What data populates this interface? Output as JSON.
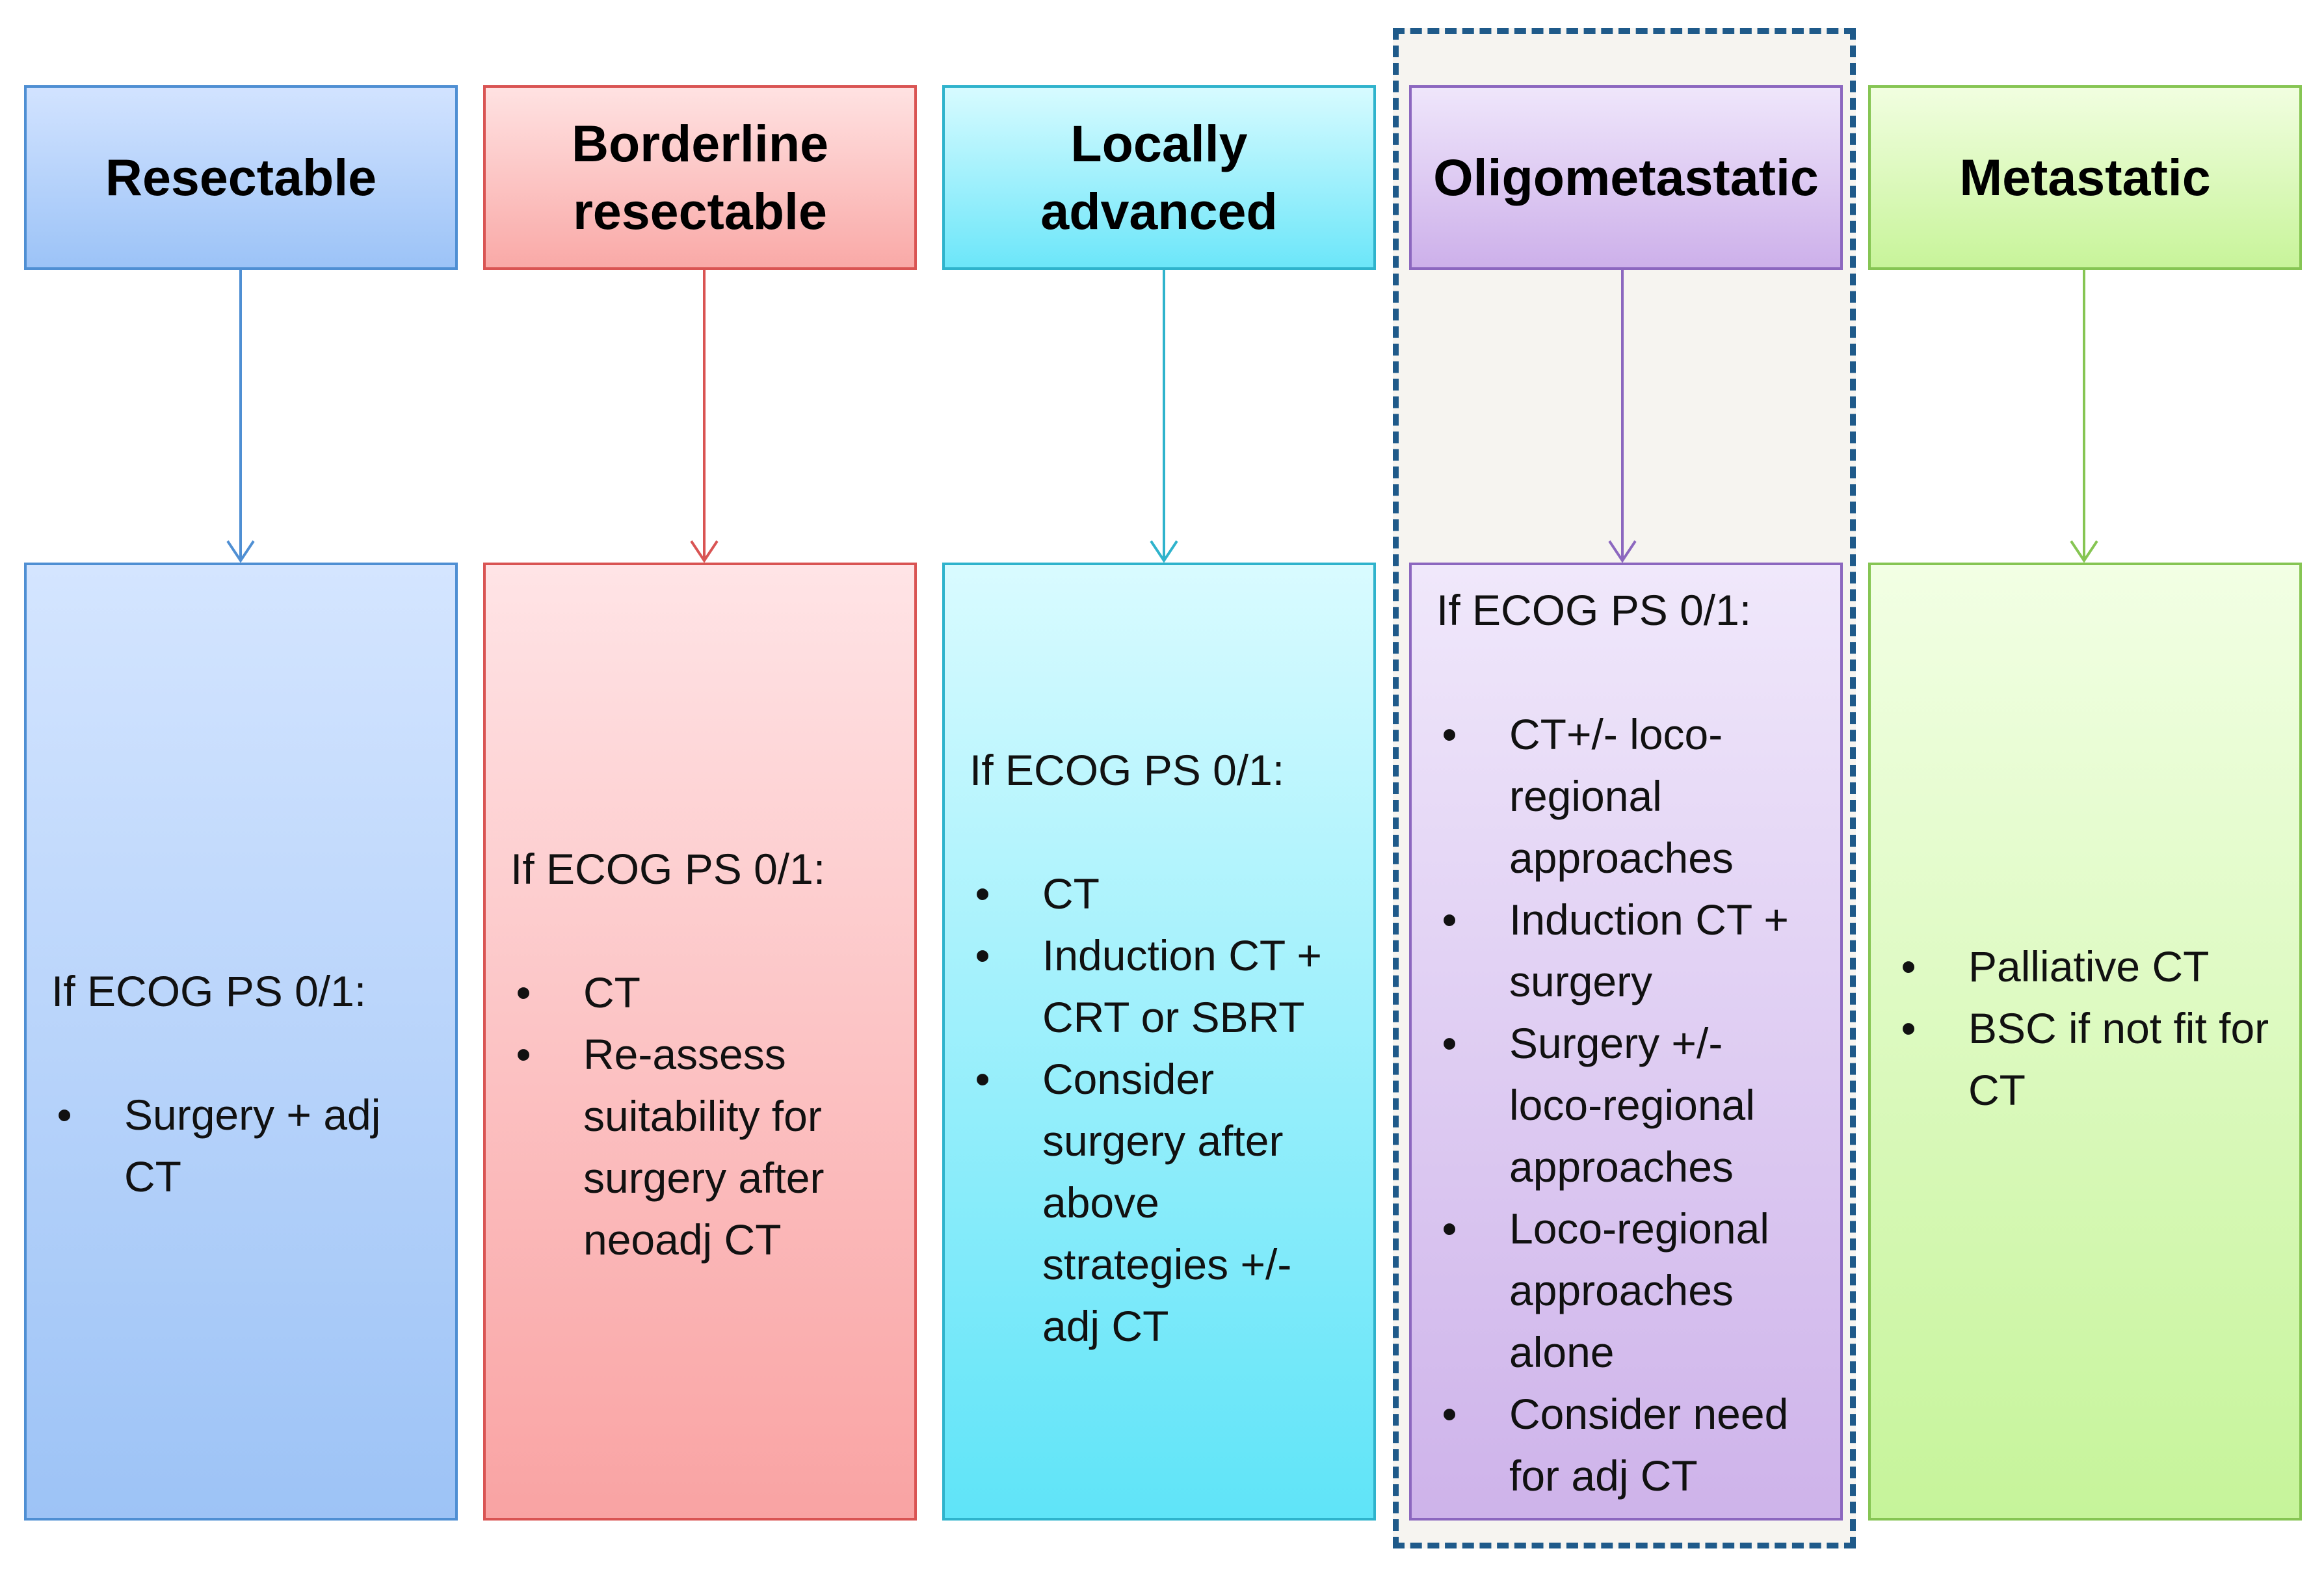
{
  "columns": [
    {
      "title": "Resectable",
      "intro": "If ECOG PS 0/1:",
      "bullets": [
        "Surgery + adj CT"
      ],
      "color": "#4f8fd3"
    },
    {
      "title": "Borderline resectable",
      "intro": "If ECOG PS 0/1:",
      "bullets": [
        "CT",
        "Re-assess suitability for surgery after neoadj CT"
      ],
      "color": "#d95453"
    },
    {
      "title": "Locally advanced",
      "intro": "If ECOG PS 0/1:",
      "bullets": [
        "CT",
        "Induction CT + CRT or SBRT",
        "Consider surgery after above strategies +/- adj CT"
      ],
      "color": "#2fb3cc"
    },
    {
      "title": "Oligometastatic",
      "intro": "If ECOG PS 0/1:",
      "bullets": [
        "CT+/- loco-regional approaches",
        "Induction CT + surgery",
        "Surgery +/- loco-regional approaches",
        "Loco-regional approaches alone",
        "Consider need for adj CT"
      ],
      "color": "#8c67bf",
      "highlighted": true
    },
    {
      "title": "Metastatic",
      "intro": "",
      "bullets": [
        "Palliative CT",
        "BSC if not fit for CT"
      ],
      "color": "#86c553"
    }
  ]
}
